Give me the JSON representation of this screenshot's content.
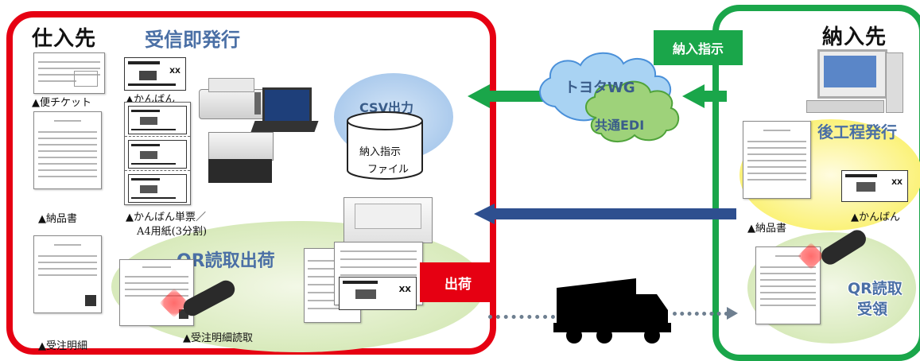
{
  "supplier": {
    "title": "仕入先",
    "subtitle": "受信即発行",
    "labels": {
      "bin_ticket": "▲便チケット",
      "kanban": "▲かんばん",
      "delivery_slip": "▲納品書",
      "kanban_sheet_line1": "▲かんばん単票／",
      "kanban_sheet_line2": "A4用紙(3分割)",
      "order_detail": "▲受注明細",
      "order_detail_read": "▲受注明細読取"
    },
    "csv_output": "CSV出力",
    "file_line1": "納入指示",
    "file_line2": "ファイル",
    "qr_shipping": "QR読取出荷",
    "shipping_badge": "出荷"
  },
  "network": {
    "cloud_line1": "トヨタWG",
    "cloud_line2": "共通EDI",
    "instruction_badge": "納入指示"
  },
  "customer": {
    "title": "納入先",
    "post_process": "後工程発行",
    "delivery_slip": "▲納品書",
    "kanban": "▲かんばん",
    "qr_receive_line1": "QR読取",
    "qr_receive_line2": "受領"
  },
  "colors": {
    "supplier_frame": "#e60012",
    "customer_frame": "#1aa64a",
    "return_arrow": "#2e4f8f",
    "data_arrow": "#1aa64a",
    "shipping_path": "#6e7f90"
  }
}
